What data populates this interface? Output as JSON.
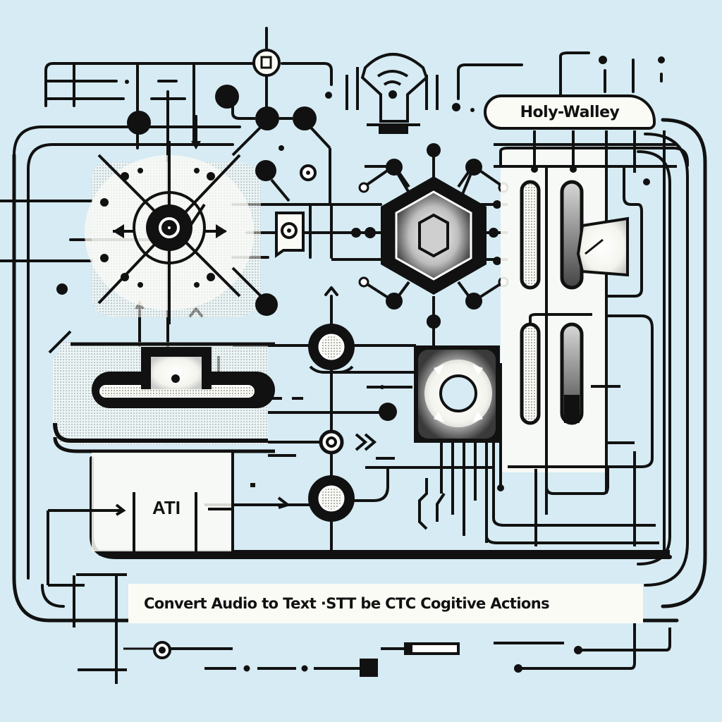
{
  "diagram": {
    "title_label": "Holy-Walley",
    "caption": "Convert Audio to Text ·STT be CTC Cogitive Actions",
    "module_label": "ATI",
    "colors": {
      "background": "#d6ebf3",
      "panel": "#fbfbf6",
      "stroke": "#111111"
    },
    "icons": [
      "lightbulb-wifi-icon",
      "hexagon-hub-icon",
      "radial-node-icon",
      "document-target-icon",
      "slot-tray-icon",
      "ring-knob-icon",
      "capsule-switch-icon",
      "connector-plug-icon"
    ]
  }
}
